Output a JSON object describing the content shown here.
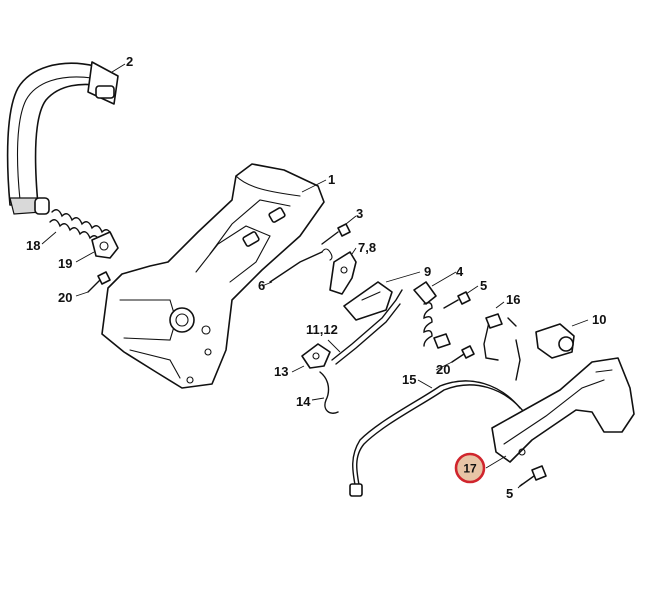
{
  "labels": {
    "l1": "1",
    "l2": "2",
    "l3": "3",
    "l4": "4",
    "l5a": "5",
    "l5b": "5",
    "l6": "6",
    "l78": "7,8",
    "l9": "9",
    "l10": "10",
    "l1112": "11,12",
    "l13": "13",
    "l14": "14",
    "l15": "15",
    "l16": "16",
    "l17": "17",
    "l18": "18",
    "l19": "19",
    "l20a": "20",
    "l20b": "20"
  },
  "highlight": {
    "ring_color": "#d0252d",
    "fill_color": "#e8c4a6"
  }
}
